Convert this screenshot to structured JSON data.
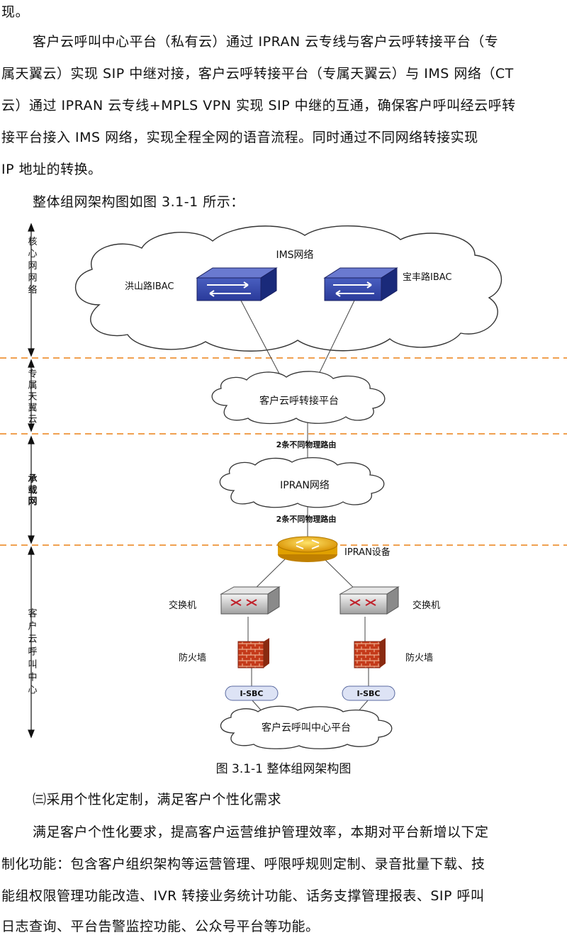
{
  "text": {
    "top_fragment": "现。",
    "para1_lines": [
      "客户云呼叫中心平台（私有云）通过 IPRAN 云专线与客户云呼转接平台（专",
      "属天翼云）实现 SIP 中继对接，客户云呼转接平台（专属天翼云）与 IMS 网络（CT",
      "云）通过 IPRAN 云专线+MPLS VPN 实现 SIP 中继的互通，确保客户呼叫经云呼转",
      "接平台接入 IMS 网络，实现全程全网的语音流程。同时通过不同网络转接实现",
      "IP 地址的转换。"
    ],
    "intro": "整体组网架构图如图 3.1-1 所示：",
    "caption": "图 3.1-1    整体组网架构图",
    "heading": "㈢采用个性化定制，满足客户个性化需求",
    "para2_lines": [
      "满足客户个性化要求，提高客户运营维护管理效率，本期对平台新增以下定",
      "制化功能：包含客户组织架构等运营管理、呼限呼规则定制、录音批量下载、技",
      "能组权限管理功能改造、IVR 转接业务统计功能、话务支撑管理报表、SIP 呼叫",
      "日志查询、平台告警监控功能、公众号平台等功能。"
    ]
  },
  "diagram": {
    "layers": [
      "核心网网络",
      "专属天翼云",
      "承载网",
      "客户云呼叫中心"
    ],
    "ims_cloud": "IMS网络",
    "ibac_left": "洪山路IBAC",
    "ibac_right": "宝丰路IBAC",
    "platform_cloud": "客户云呼转接平台",
    "route_top": "2条不同物理路由",
    "ipran_cloud": "IPRAN网络",
    "route_bottom": "2条不同物理路由",
    "ipran_device": "IPRAN设备",
    "switch_left": "交换机",
    "switch_right": "交换机",
    "firewall_left": "防火墙",
    "firewall_right": "防火墙",
    "sbc_left": "I-SBC",
    "sbc_right": "I-SBC",
    "bottom_cloud": "客户云呼叫中心平台"
  },
  "colors": {
    "dash_line": "#f0a050",
    "ibac_fill": "#1a2a8a",
    "device_gold": "#e8b000",
    "firewall_red": "#c43a1a"
  }
}
